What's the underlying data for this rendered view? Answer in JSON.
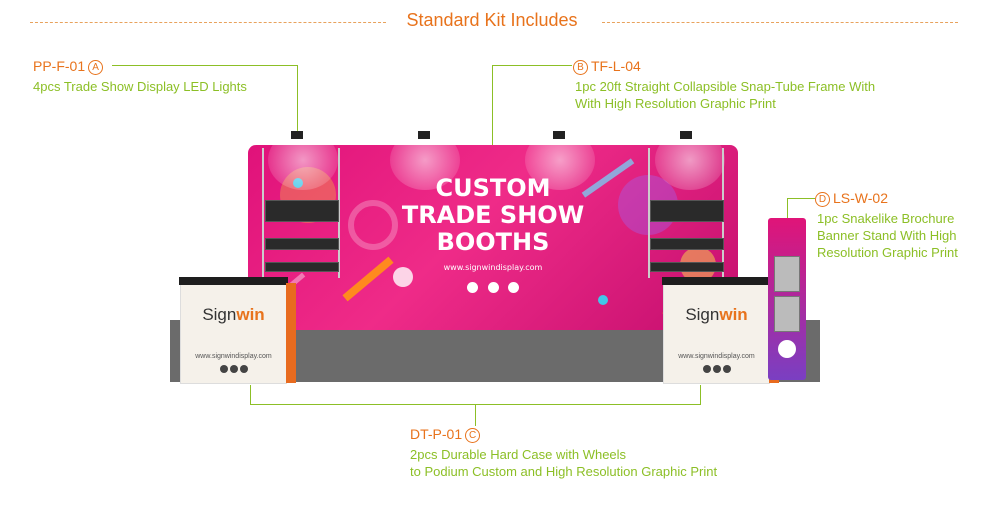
{
  "header": {
    "title": "Standard Kit Includes"
  },
  "items": {
    "a": {
      "code": "PP-F-01",
      "marker": "A",
      "desc": [
        "4pcs Trade Show Display LED Lights"
      ]
    },
    "b": {
      "code": "TF-L-04",
      "marker": "B",
      "desc": [
        "1pc 20ft Straight Collapsible Snap-Tube Frame With",
        "With High Resolution Graphic Print"
      ]
    },
    "c": {
      "code": "DT-P-01",
      "marker": "C",
      "desc": [
        "2pcs Durable Hard Case with Wheels",
        "to Podium Custom and High Resolution Graphic Print"
      ]
    },
    "d": {
      "code": "LS-W-02",
      "marker": "D",
      "desc": [
        "1pc Snakelike Brochure",
        "Banner Stand With High",
        "Resolution Graphic Print"
      ]
    }
  },
  "booth": {
    "headline": [
      "CUSTOM",
      "TRADE SHOW",
      "BOOTHS"
    ],
    "url": "www.signwindisplay.com",
    "podium_logo_a": "Sign",
    "podium_logo_b": "win",
    "podium_url": "www.signwindisplay.com"
  },
  "colors": {
    "accent": "#e8731c",
    "desc": "#8cbf26",
    "wall": "#e0127a"
  }
}
